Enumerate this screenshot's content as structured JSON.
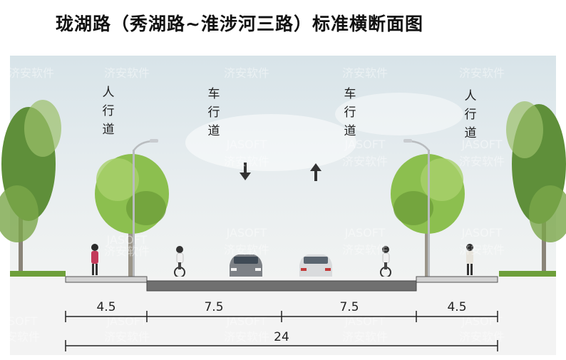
{
  "title": "珑湖路（秀湖路~淮涉河三路）标准横断面图",
  "lanes": [
    {
      "name": "left-sidewalk",
      "label": "人行道",
      "width": 4.5
    },
    {
      "name": "left-carriageway",
      "label": "车行道",
      "width": 7.5,
      "direction": "down"
    },
    {
      "name": "right-carriageway",
      "label": "车行道",
      "width": 7.5,
      "direction": "up"
    },
    {
      "name": "right-sidewalk",
      "label": "人行道",
      "width": 4.5
    }
  ],
  "dimensions": {
    "segments": [
      "4.5",
      "7.5",
      "7.5",
      "4.5"
    ],
    "total": "24"
  },
  "watermark": {
    "brand_en": "JASOFT",
    "brand_cn": "济安软件"
  },
  "colors": {
    "sky": "#dfe8ec",
    "foliage": "#7fb04a",
    "asphalt": "#6d6d6d",
    "ground": "#f2f2f2",
    "arrow": "#333333"
  }
}
